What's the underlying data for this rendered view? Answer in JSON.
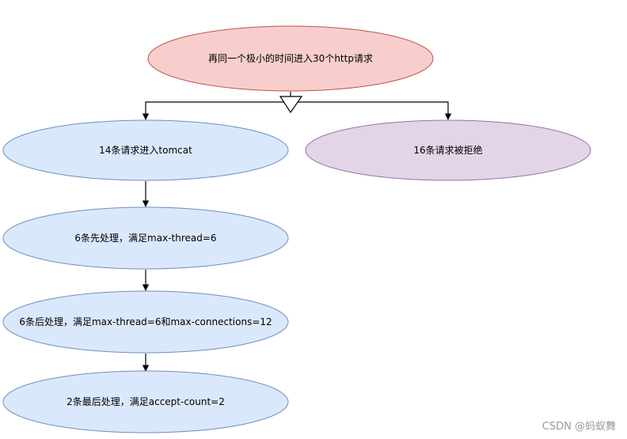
{
  "diagram": {
    "nodes": {
      "root": {
        "label": "再同一个极小的时间进入30个http请求",
        "fill": "#f8cecc",
        "stroke": "#b85450"
      },
      "enter": {
        "label": "14条请求进入tomcat",
        "fill": "#dae8fc",
        "stroke": "#6c8ebf"
      },
      "rejected": {
        "label": "16条请求被拒绝",
        "fill": "#e1d5e7",
        "stroke": "#9673a6"
      },
      "step1": {
        "label": "6条先处理，满足max-thread=6",
        "fill": "#dae8fc",
        "stroke": "#6c8ebf"
      },
      "step2": {
        "label": "6条后处理，满足max-thread=6和max-connections=12",
        "fill": "#dae8fc",
        "stroke": "#6c8ebf"
      },
      "step3": {
        "label": "2条最后处理，满足accept-count=2",
        "fill": "#dae8fc",
        "stroke": "#6c8ebf"
      }
    }
  },
  "watermark": "CSDN @蚂蚁舞"
}
